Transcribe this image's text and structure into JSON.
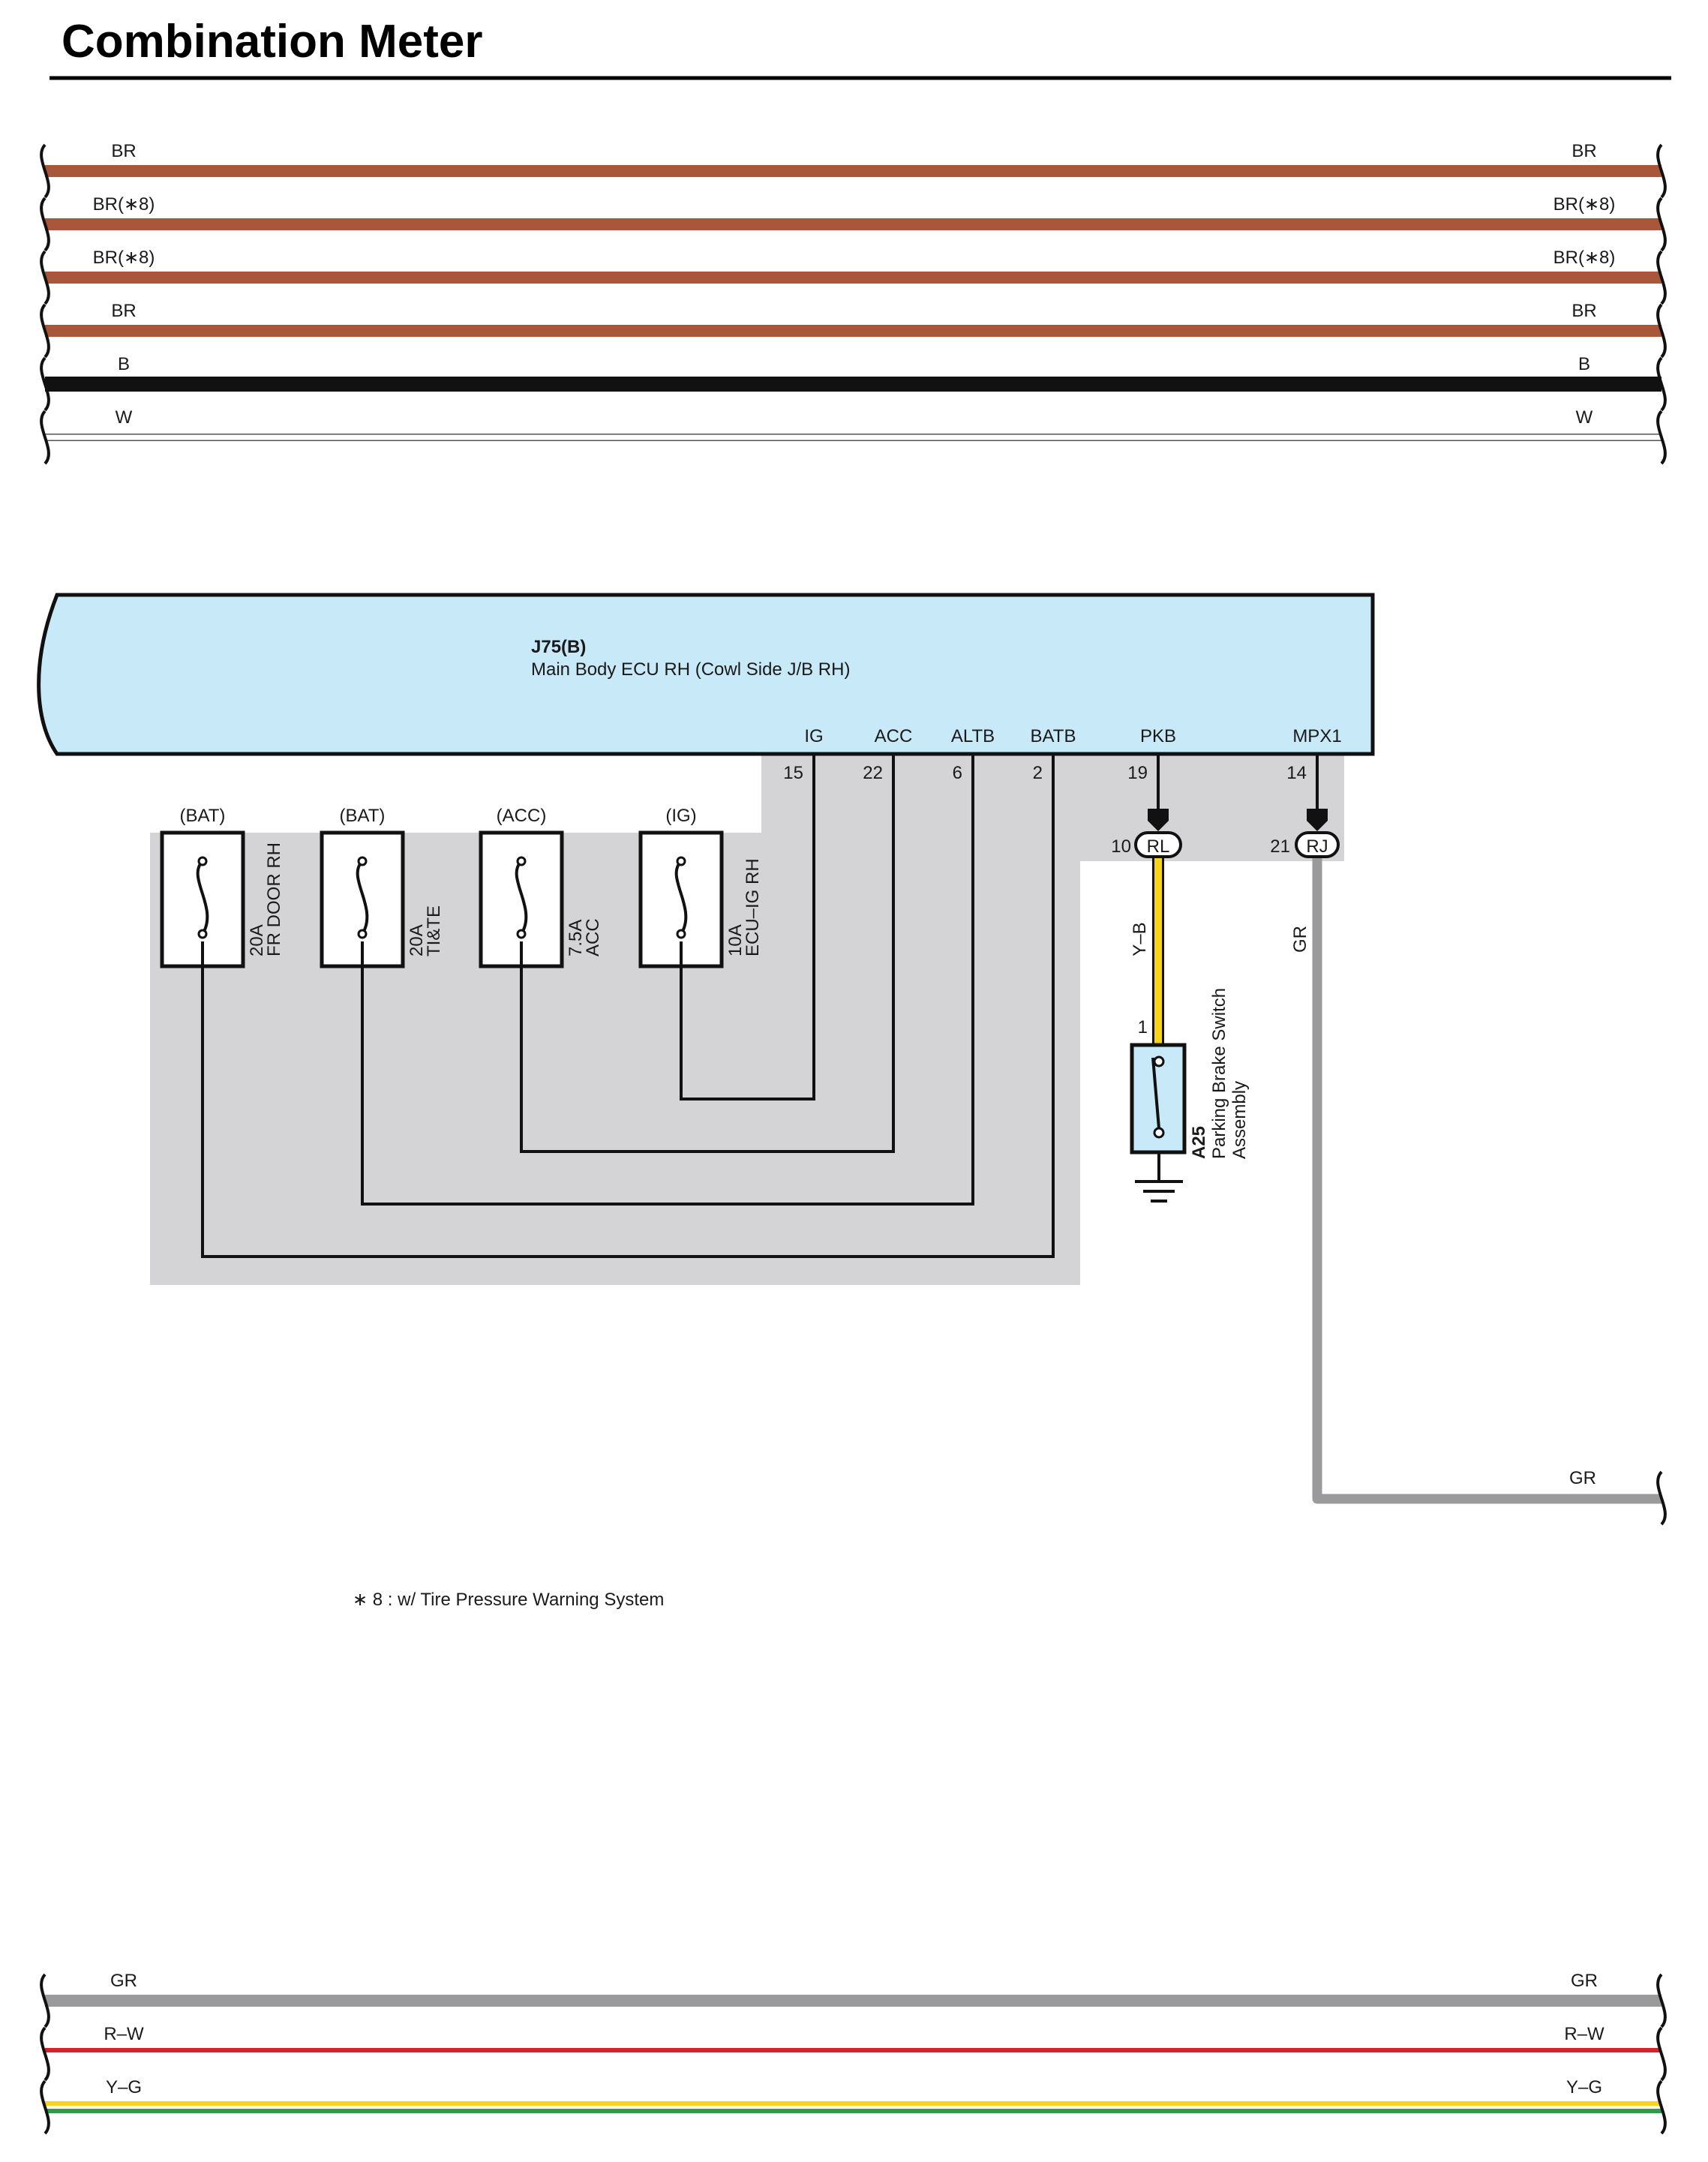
{
  "title": "Combination Meter",
  "colors": {
    "BR": "#a8573a",
    "B": "#111111",
    "W": "#ffffff",
    "GR": "#9a9a9c",
    "R": "#d92128",
    "Y": "#f7d417",
    "G": "#2e9a4a",
    "ecu_fill": "#c8e9f8",
    "shade": "#d4d4d6"
  },
  "top_wires": [
    {
      "left": "BR",
      "right": "BR"
    },
    {
      "left": "BR(∗8)",
      "right": "BR(∗8)"
    },
    {
      "left": "BR(∗8)",
      "right": "BR(∗8)"
    },
    {
      "left": "BR",
      "right": "BR"
    },
    {
      "left": "B",
      "right": "B"
    },
    {
      "left": "W",
      "right": "W"
    }
  ],
  "bottom_wires": [
    {
      "left": "GR",
      "right": "GR"
    },
    {
      "left": "R–W",
      "right": "R–W"
    },
    {
      "left": "Y–G",
      "right": "Y–G"
    }
  ],
  "ecu": {
    "code": "J75(B)",
    "name": "Main Body ECU RH (Cowl Side J/B RH)",
    "terminals": [
      {
        "label": "IG",
        "pin": "15"
      },
      {
        "label": "ACC",
        "pin": "22"
      },
      {
        "label": "ALTB",
        "pin": "6"
      },
      {
        "label": "BATB",
        "pin": "2"
      },
      {
        "label": "PKB",
        "pin": "19"
      },
      {
        "label": "MPX1",
        "pin": "14"
      }
    ]
  },
  "fuses": [
    {
      "supply": "(BAT)",
      "rating": "20A",
      "name": "FR DOOR RH"
    },
    {
      "supply": "(BAT)",
      "rating": "20A",
      "name": "TI&TE"
    },
    {
      "supply": "(ACC)",
      "rating": "7.5A",
      "name": "ACC"
    },
    {
      "supply": "(IG)",
      "rating": "10A",
      "name": "ECU–IG RH"
    }
  ],
  "connectors": [
    {
      "id": "RL",
      "pin": "10"
    },
    {
      "id": "RJ",
      "pin": "21"
    }
  ],
  "wire_labels": {
    "pkb": "Y–B",
    "mpx": "GR",
    "mpx_out": "GR"
  },
  "switch": {
    "code": "A25",
    "name": "Parking Brake Switch",
    "name2": "Assembly",
    "pin": "1"
  },
  "footnote": "∗ 8 : w/ Tire Pressure Warning System"
}
